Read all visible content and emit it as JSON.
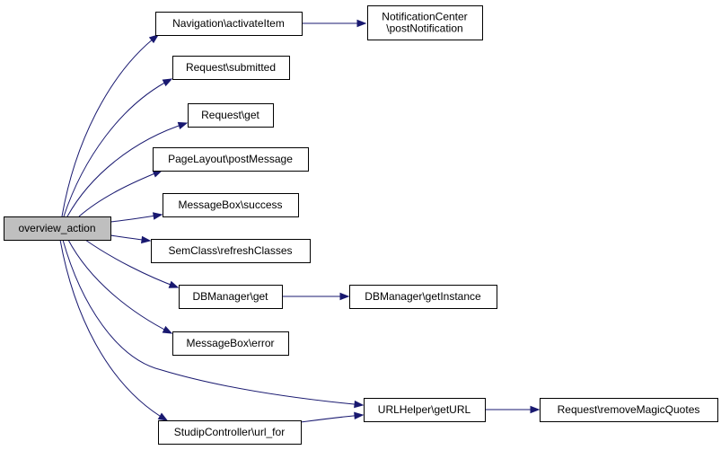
{
  "graph": {
    "root": "overview_action",
    "nodes": {
      "overview_action": {
        "label": [
          "overview_action"
        ]
      },
      "nav_activate": {
        "label": [
          "Navigation\\activateItem"
        ]
      },
      "notif_post": {
        "label": [
          "NotificationCenter",
          "\\postNotification"
        ]
      },
      "req_submitted": {
        "label": [
          "Request\\submitted"
        ]
      },
      "req_get": {
        "label": [
          "Request\\get"
        ]
      },
      "pagelayout_post": {
        "label": [
          "PageLayout\\postMessage"
        ]
      },
      "msgbox_success": {
        "label": [
          "MessageBox\\success"
        ]
      },
      "semclass_refresh": {
        "label": [
          "SemClass\\refreshClasses"
        ]
      },
      "dbm_get": {
        "label": [
          "DBManager\\get"
        ]
      },
      "dbm_getinstance": {
        "label": [
          "DBManager\\getInstance"
        ]
      },
      "msgbox_error": {
        "label": [
          "MessageBox\\error"
        ]
      },
      "urlhelper_geturl": {
        "label": [
          "URLHelper\\getURL"
        ]
      },
      "req_removemagic": {
        "label": [
          "Request\\removeMagicQuotes"
        ]
      },
      "studip_urlfor": {
        "label": [
          "StudipController\\url_for"
        ]
      }
    },
    "edges": [
      {
        "from": "overview_action",
        "to": "nav_activate"
      },
      {
        "from": "nav_activate",
        "to": "notif_post"
      },
      {
        "from": "overview_action",
        "to": "req_submitted"
      },
      {
        "from": "overview_action",
        "to": "req_get"
      },
      {
        "from": "overview_action",
        "to": "pagelayout_post"
      },
      {
        "from": "overview_action",
        "to": "msgbox_success"
      },
      {
        "from": "overview_action",
        "to": "semclass_refresh"
      },
      {
        "from": "overview_action",
        "to": "dbm_get"
      },
      {
        "from": "dbm_get",
        "to": "dbm_getinstance"
      },
      {
        "from": "overview_action",
        "to": "msgbox_error"
      },
      {
        "from": "overview_action",
        "to": "urlhelper_geturl"
      },
      {
        "from": "urlhelper_geturl",
        "to": "req_removemagic"
      },
      {
        "from": "overview_action",
        "to": "studip_urlfor"
      },
      {
        "from": "studip_urlfor",
        "to": "urlhelper_geturl"
      }
    ]
  }
}
